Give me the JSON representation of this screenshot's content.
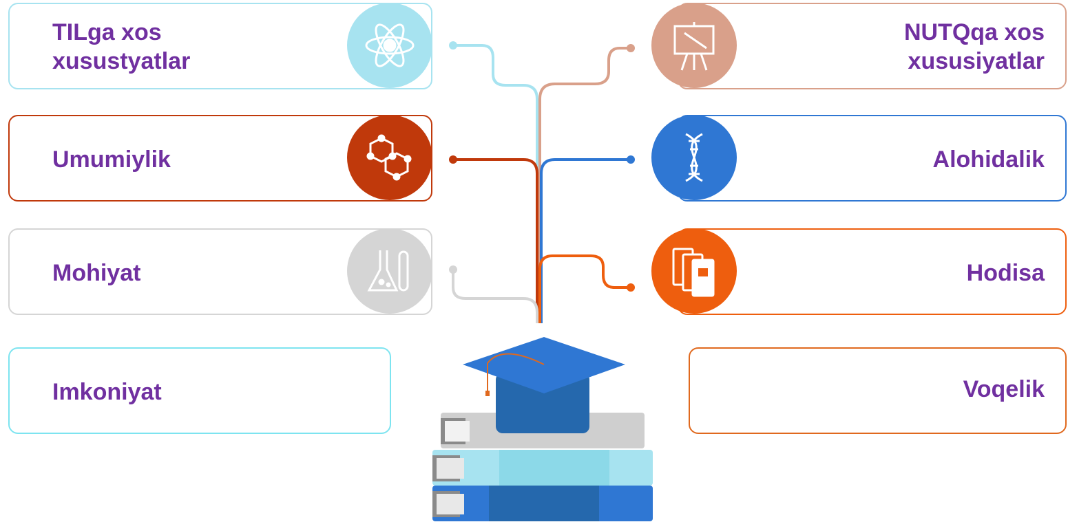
{
  "left_items": [
    {
      "id": "til",
      "label": "TILga xos xusustyatlar",
      "icon": "atom-icon",
      "color": "#a7e3f0"
    },
    {
      "id": "umumiylik",
      "label": "Umumiylik",
      "icon": "molecule-icon",
      "color": "#c0390b"
    },
    {
      "id": "mohiyat",
      "label": "Mohiyat",
      "icon": "flask-icon",
      "color": "#d5d5d5"
    },
    {
      "id": "imkoniyat",
      "label": "Imkoniyat",
      "icon": "none",
      "color": "#7de4f0"
    }
  ],
  "right_items": [
    {
      "id": "nutq",
      "label": "NUTQqa xos xususiyatlar",
      "icon": "easel-icon",
      "color": "#d9a08a"
    },
    {
      "id": "alohidalik",
      "label": "Alohidalik",
      "icon": "dna-icon",
      "color": "#2f77d3"
    },
    {
      "id": "hodisa",
      "label": "Hodisa",
      "icon": "books-icon",
      "color": "#ee5e0e"
    },
    {
      "id": "voqelik",
      "label": "Voqelik",
      "icon": "none",
      "color": "#e0691e"
    }
  ],
  "center_icon": "graduation-cap-books-icon"
}
